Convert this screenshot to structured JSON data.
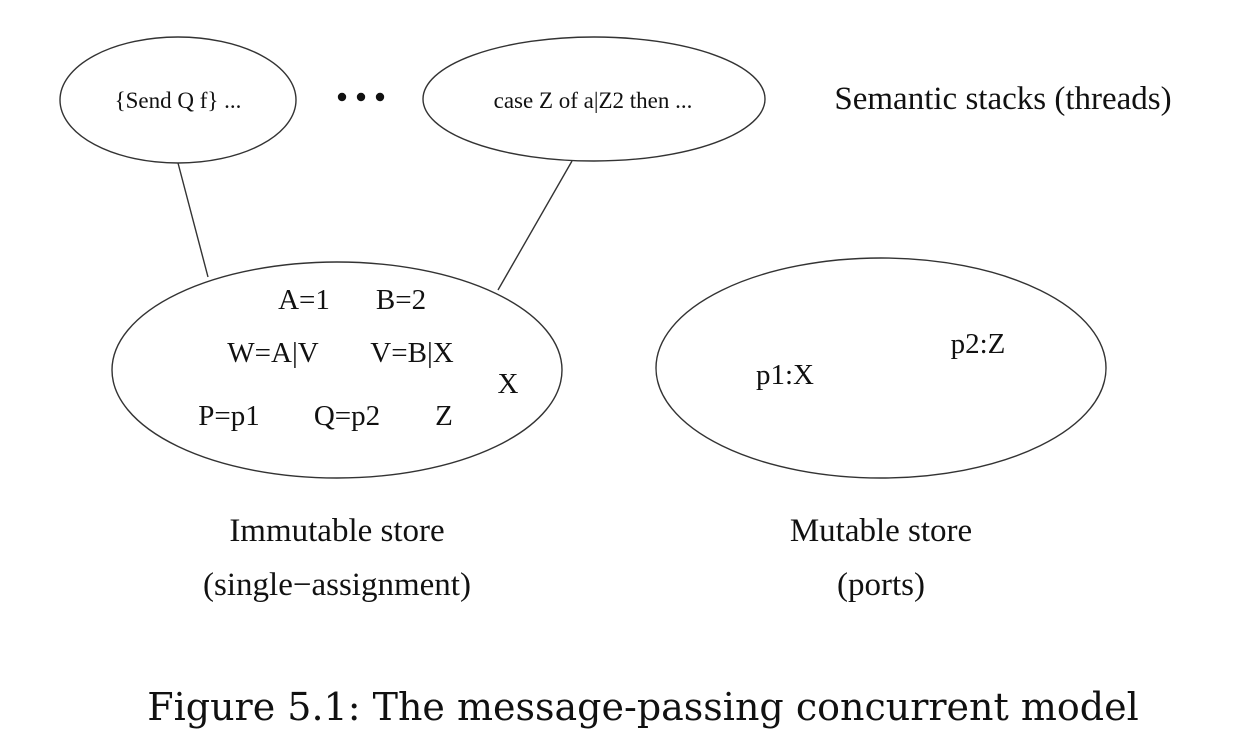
{
  "threads": {
    "thread1": "{Send Q f} ...",
    "thread2": "case Z of a|Z2 then ...",
    "label": "Semantic stacks (threads)"
  },
  "immutable_store": {
    "contents": [
      "A=1",
      "B=2",
      "W=A|V",
      "V=B|X",
      "X",
      "P=p1",
      "Q=p2",
      "Z"
    ],
    "label_line1": "Immutable store",
    "label_line2": "(single−assignment)"
  },
  "mutable_store": {
    "contents": [
      "p1:X",
      "p2:Z"
    ],
    "label_line1": "Mutable store",
    "label_line2": "(ports)"
  },
  "caption": "Figure 5.1: The message-passing concurrent model"
}
